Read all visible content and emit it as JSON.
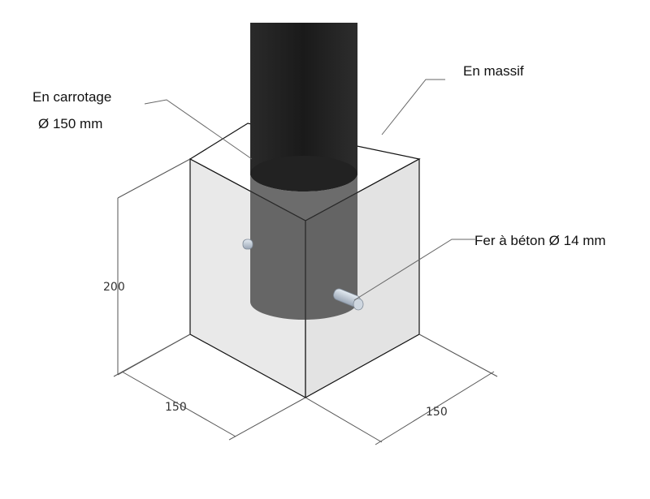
{
  "labels": {
    "carrotage_line1": "En carrotage",
    "carrotage_line2": "Ø 150 mm",
    "massif": "En massif",
    "fer": "Fer à béton Ø 14 mm"
  },
  "dimensions": {
    "height": "200",
    "width_left": "150",
    "width_right": "150"
  },
  "colors": {
    "pole": "#1f1f1f",
    "block_front": "#e8e8e8",
    "block_right": "#e1e1e1",
    "block_top": "#ffffff",
    "rebar": "#a9b4c2",
    "leader": "#666666"
  }
}
